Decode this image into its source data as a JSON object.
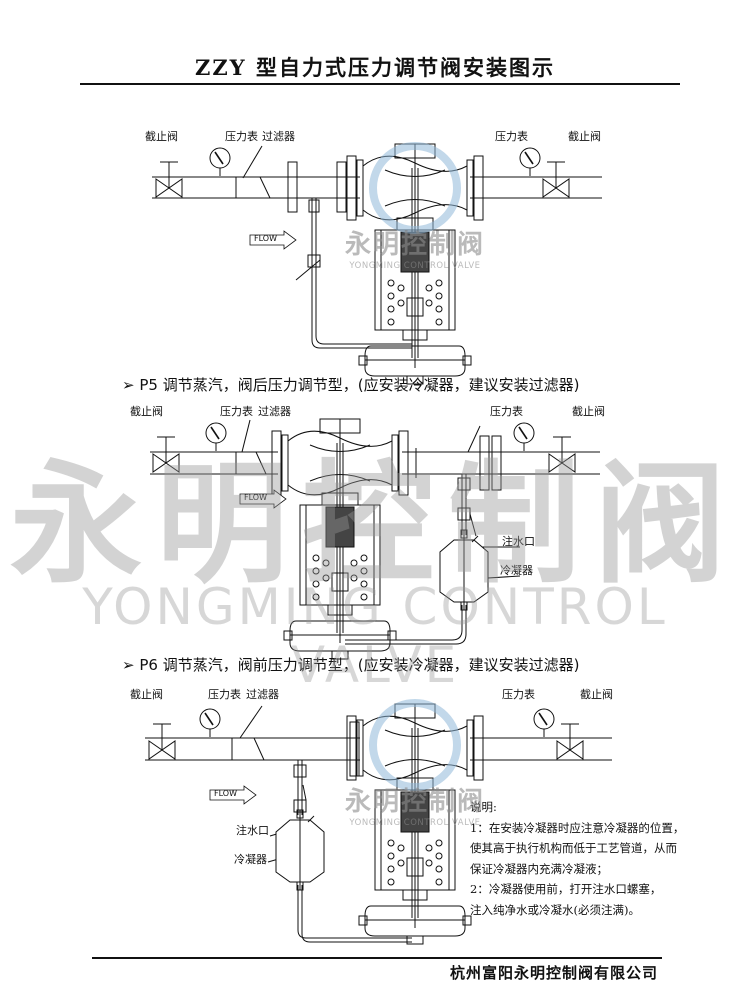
{
  "title": "ZZY 型自力式压力调节阀安装图示",
  "diagram1": {
    "labels": {
      "stop_valve_left": "截止阀",
      "gauge_left": "压力表",
      "filter": "过滤器",
      "gauge_right": "压力表",
      "stop_valve_right": "截止阀"
    },
    "flow": "FLOW"
  },
  "section_p5": {
    "bullet": "➢",
    "text": "P5 调节蒸汽，阀后压力调节型，(应安装冷凝器，建议安装过滤器)"
  },
  "diagram2": {
    "labels": {
      "stop_valve_left": "截止阀",
      "gauge_left": "压力表",
      "filter": "过滤器",
      "gauge_right": "压力表",
      "stop_valve_right": "截止阀",
      "fill_port": "注水口",
      "condenser": "冷凝器"
    },
    "flow": "FLOW"
  },
  "section_p6": {
    "bullet": "➢",
    "text": "P6 调节蒸汽，阀前压力调节型，(应安装冷凝器，建议安装过滤器)"
  },
  "diagram3": {
    "labels": {
      "stop_valve_left": "截止阀",
      "gauge_left": "压力表",
      "filter": "过滤器",
      "gauge_right": "压力表",
      "stop_valve_right": "截止阀",
      "fill_port": "注水口",
      "condenser": "冷凝器"
    },
    "flow": "FLOW"
  },
  "notes": {
    "heading": "说明:",
    "lines": [
      "1：在安装冷凝器时应注意冷凝器的位置，",
      "使其高于执行机构而低于工艺管道，从而",
      "保证冷凝器内充满冷凝液；",
      "2：冷凝器使用前，打开注水口螺塞，",
      "注入纯净水或冷凝水(必须注满)。"
    ]
  },
  "watermark": {
    "cn": "永明控制阀",
    "en": "YONGMING CONTROL VALVE"
  },
  "footer": "杭州富阳永明控制阀有限公司",
  "colors": {
    "ink": "#111111",
    "watermark": "#969696",
    "logo_blue": "#8fb8d8"
  }
}
